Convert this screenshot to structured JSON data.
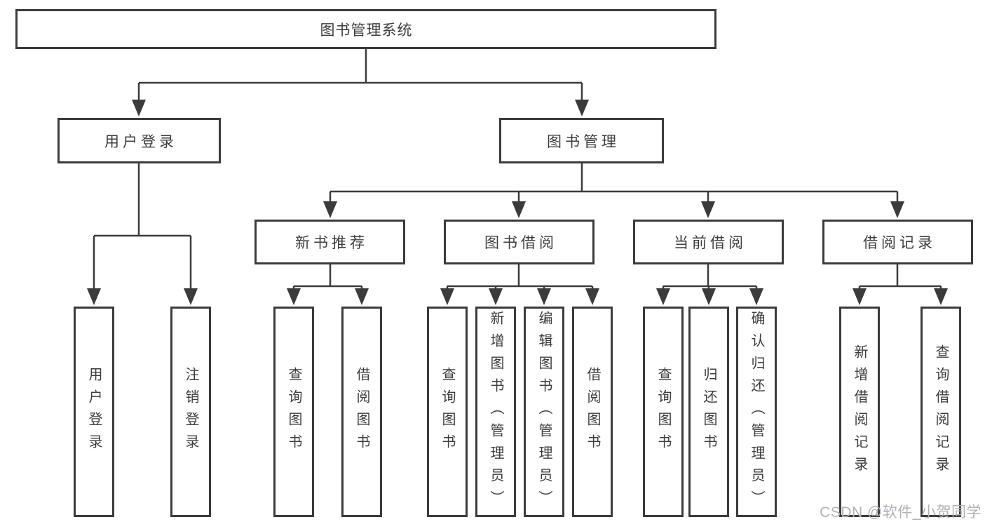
{
  "diagram": {
    "root": {
      "label": "图书管理系统"
    },
    "level2": [
      {
        "label": "用户登录"
      },
      {
        "label": "图书管理"
      }
    ],
    "level3": [
      {
        "label": "新书推荐"
      },
      {
        "label": "图书借阅"
      },
      {
        "label": "当前借阅"
      },
      {
        "label": "借阅记录"
      }
    ],
    "leaves": [
      {
        "label": "用户登录",
        "parent": "用户登录"
      },
      {
        "label": "注销登录",
        "parent": "用户登录"
      },
      {
        "label": "查询图书",
        "parent": "新书推荐"
      },
      {
        "label": "借阅图书",
        "parent": "新书推荐"
      },
      {
        "label": "查询图书",
        "parent": "图书借阅"
      },
      {
        "label": "新增图书（管理员）",
        "parent": "图书借阅"
      },
      {
        "label": "编辑图书（管理员）",
        "parent": "图书借阅"
      },
      {
        "label": "借阅图书",
        "parent": "图书借阅"
      },
      {
        "label": "查询图书",
        "parent": "当前借阅"
      },
      {
        "label": "归还图书",
        "parent": "当前借阅"
      },
      {
        "label": "确认归还（管理员）",
        "parent": "当前借阅"
      },
      {
        "label": "新增借阅记录",
        "parent": "借阅记录"
      },
      {
        "label": "查询借阅记录",
        "parent": "借阅记录"
      }
    ]
  },
  "watermark": {
    "text": "CSDN @软件_小贺同学"
  },
  "colors": {
    "line": "#3b3b3b",
    "box_border": "#3b3b3b",
    "text": "#3d3d3d",
    "watermark": "#b1b1b8",
    "background": "#ffffff"
  }
}
